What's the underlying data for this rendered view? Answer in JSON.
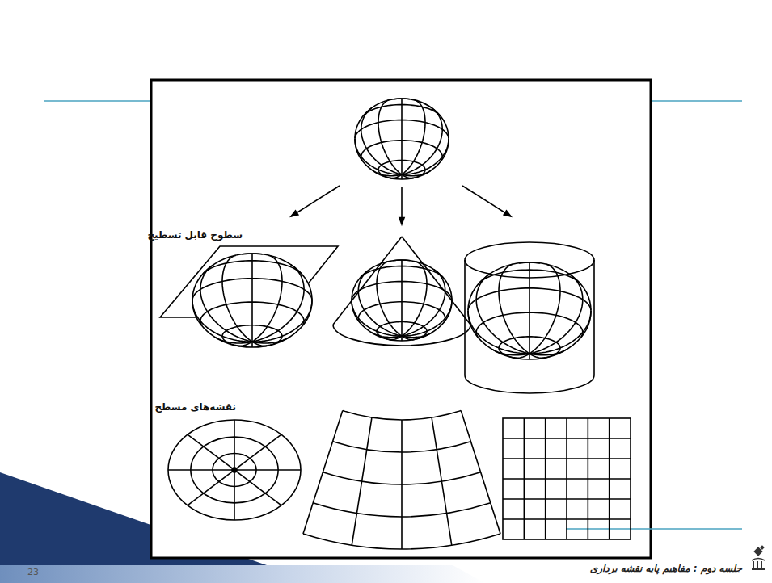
{
  "diagram": {
    "labels": [
      "سطوح قابل تسطیح",
      "نقشه‌های مسطح",
      "جلسه دوم : مفاهیم پایه نقشه برداری",
      "23"
    ]
  }
}
